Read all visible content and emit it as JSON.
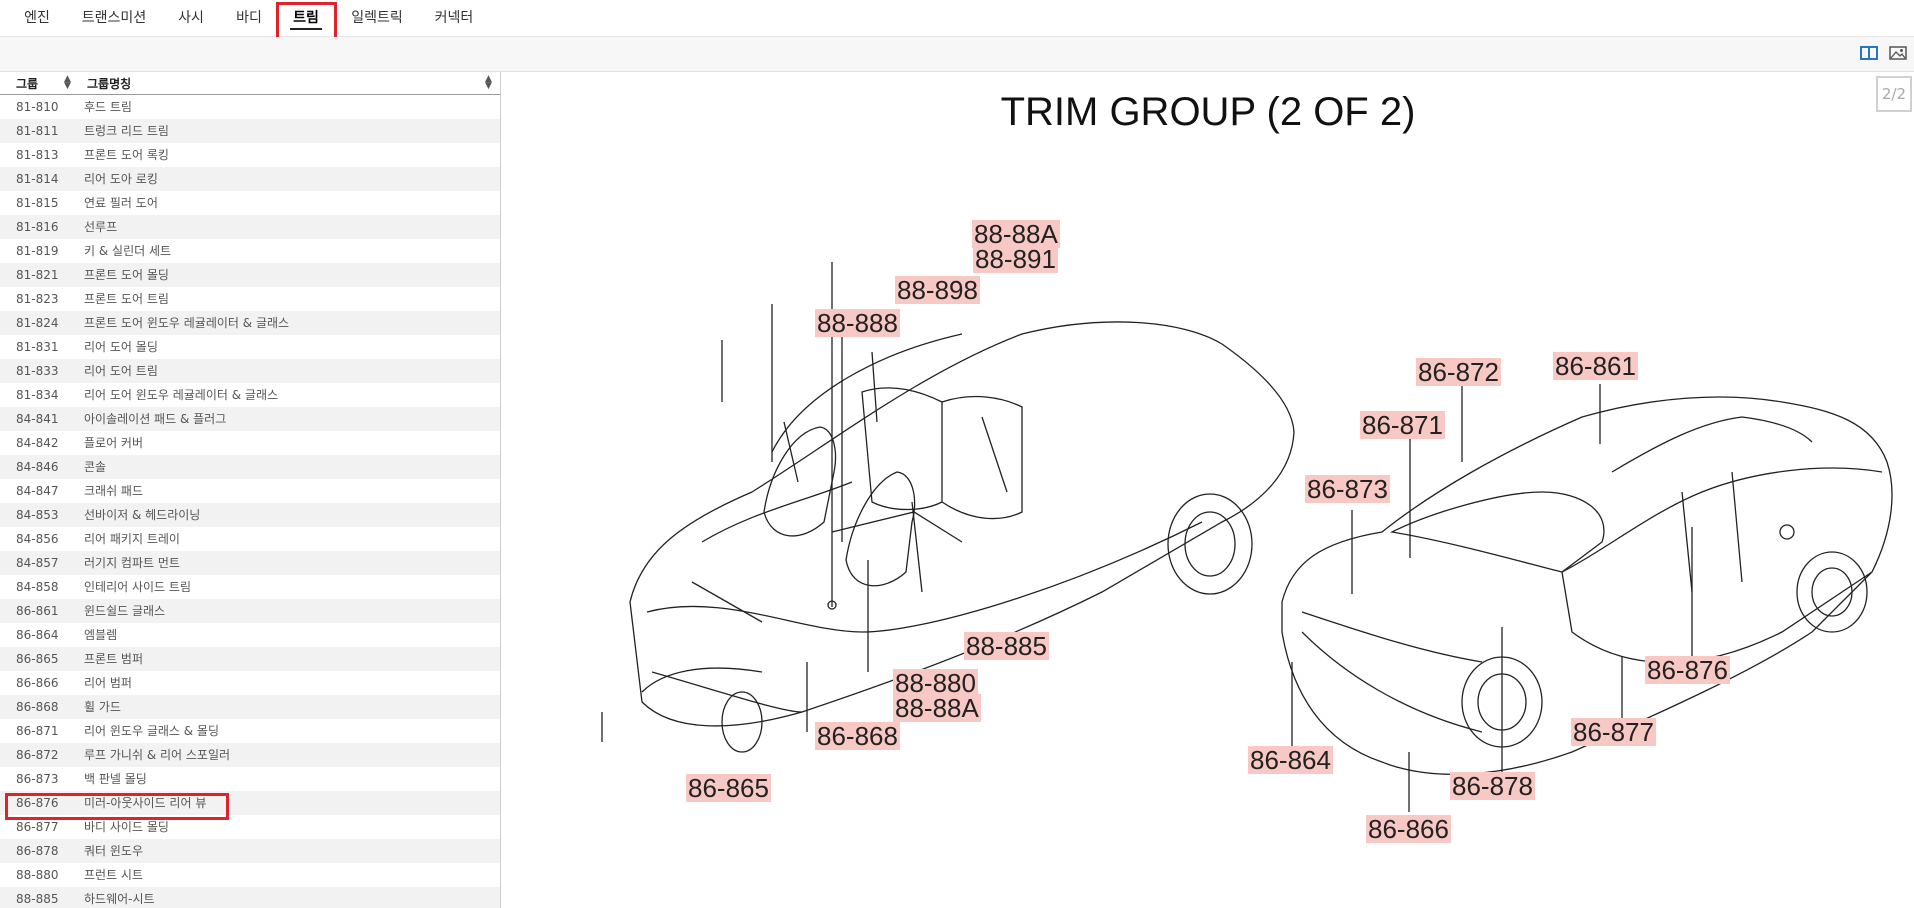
{
  "tabs": [
    "엔진",
    "트랜스미션",
    "사시",
    "바디",
    "트림",
    "일렉트릭",
    "커넥터"
  ],
  "active_tab": "트림",
  "table": {
    "headers": [
      "그룹",
      "그룹명칭"
    ],
    "rows": [
      [
        "81-810",
        "후드 트림"
      ],
      [
        "81-811",
        "트렁크 리드 트림"
      ],
      [
        "81-813",
        "프론트 도어 록킹"
      ],
      [
        "81-814",
        "리어 도아 로킹"
      ],
      [
        "81-815",
        "연료 필러 도어"
      ],
      [
        "81-816",
        "선루프"
      ],
      [
        "81-819",
        "키 & 실린더 세트"
      ],
      [
        "81-821",
        "프론트 도어 몰딩"
      ],
      [
        "81-823",
        "프론트 도어 트림"
      ],
      [
        "81-824",
        "프론트 도어 윈도우 레귤레이터 & 글래스"
      ],
      [
        "81-831",
        "리어 도어 몰딩"
      ],
      [
        "81-833",
        "리어 도어 트림"
      ],
      [
        "81-834",
        "리어 도어 윈도우 레귤레이터 & 글래스"
      ],
      [
        "84-841",
        "아이솔레이션 패드 & 플러그"
      ],
      [
        "84-842",
        "플로어 커버"
      ],
      [
        "84-846",
        "콘솔"
      ],
      [
        "84-847",
        "크래쉬 패드"
      ],
      [
        "84-853",
        "선바이저 & 헤드라이닝"
      ],
      [
        "84-856",
        "리어 패키지 트레이"
      ],
      [
        "84-857",
        "러기지 컴파트 먼트"
      ],
      [
        "84-858",
        "인테리어 사이드 트림"
      ],
      [
        "86-861",
        "윈드쉴드 글래스"
      ],
      [
        "86-864",
        "엠블렘"
      ],
      [
        "86-865",
        "프론트 범퍼"
      ],
      [
        "86-866",
        "리어 범퍼"
      ],
      [
        "86-868",
        "휠 가드"
      ],
      [
        "86-871",
        "리어 윈도우 글래스 & 몰딩"
      ],
      [
        "86-872",
        "루프 가니쉬 & 리어 스포일러"
      ],
      [
        "86-873",
        "백 판넬 몰딩"
      ],
      [
        "86-876",
        "미러-아웃사이드 리어 뷰"
      ],
      [
        "86-877",
        "바디 사이드 몰딩"
      ],
      [
        "86-878",
        "쿼터 윈도우"
      ],
      [
        "88-880",
        "프런트 시트"
      ],
      [
        "88-885",
        "하드웨어-시트"
      ]
    ]
  },
  "highlighted_row": "86-876",
  "pager": "2/2",
  "diagram": {
    "title": "TRIM GROUP (2 OF 2)",
    "labels": [
      "88-88A",
      "88-891",
      "88-898",
      "88-888",
      "88-885",
      "88-880",
      "88-88A",
      "86-868",
      "86-865",
      "86-872",
      "86-861",
      "86-871",
      "86-873",
      "86-876",
      "86-877",
      "86-864",
      "86-878",
      "86-866"
    ]
  },
  "icons": [
    "split-view-icon",
    "image-icon"
  ],
  "colors": {
    "highlight": "#e0232b",
    "label_bg": "#f8c9c4"
  }
}
